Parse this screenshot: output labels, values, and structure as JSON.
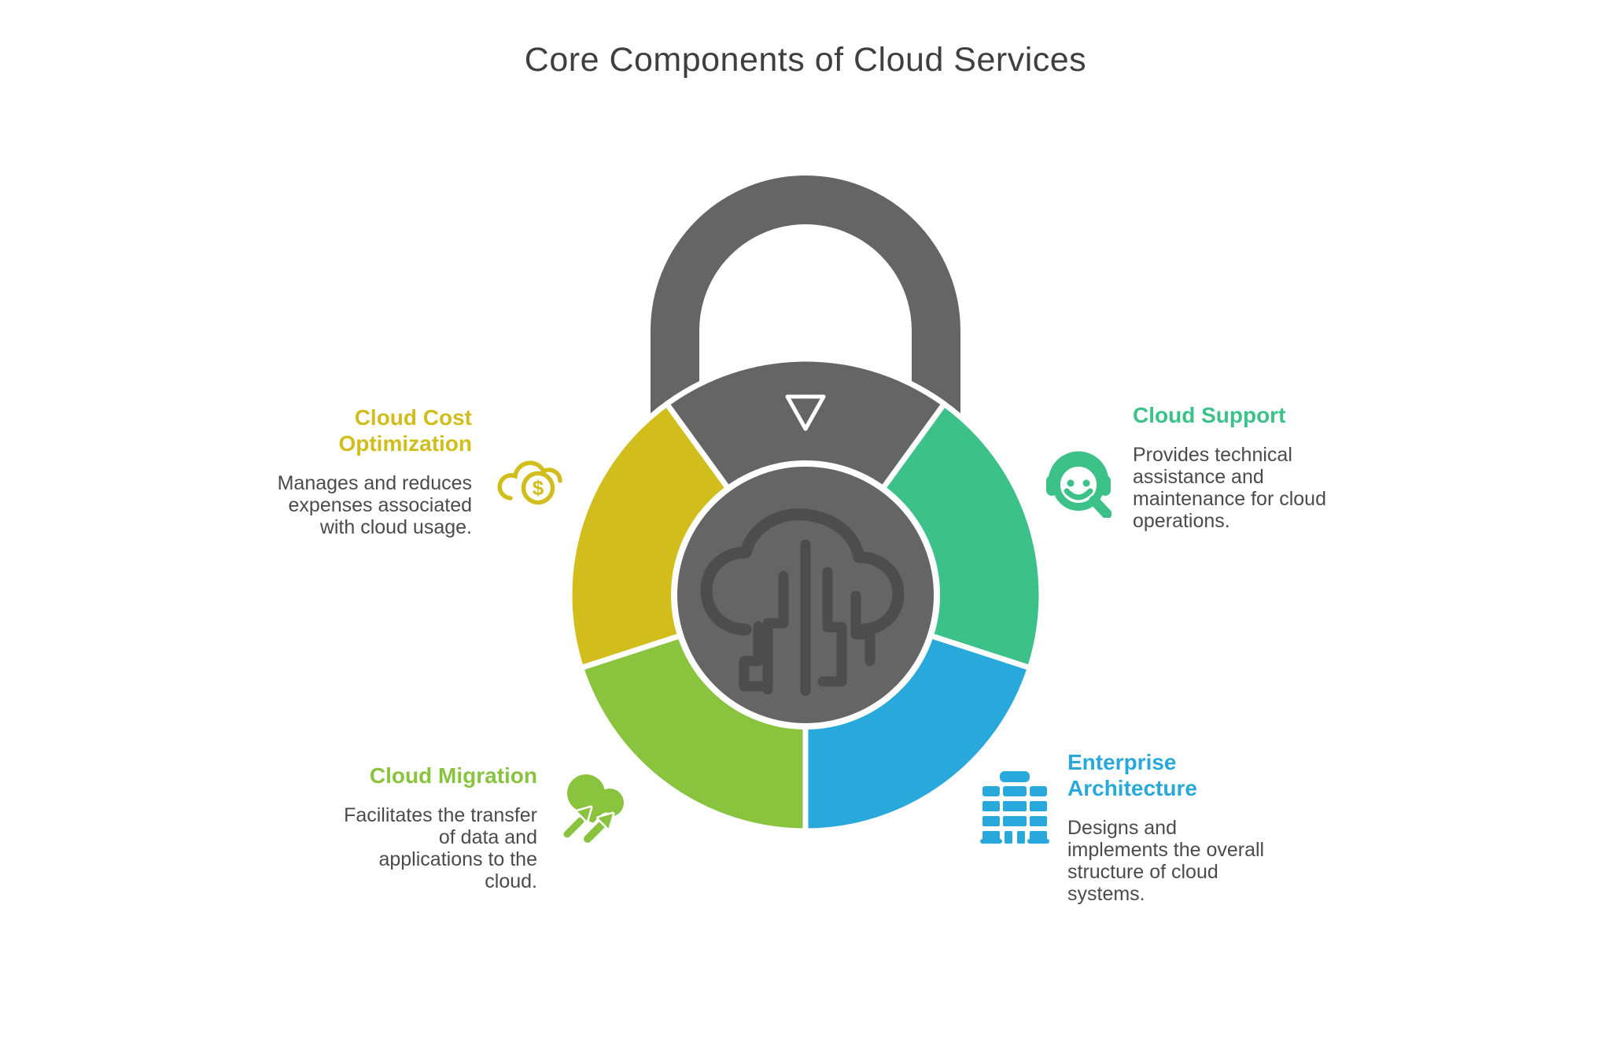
{
  "title": "Core Components of Cloud Services",
  "background_color": "#ffffff",
  "lock": {
    "body_color": "#656565",
    "center_icon": "cloud-circuit-icon",
    "center_icon_color": "#4d4d4d",
    "divider_color": "#ffffff",
    "marker_icon": "triangle-down-icon"
  },
  "currency_symbol": "$",
  "components": [
    {
      "name": "Cloud Cost Optimization",
      "description": "Manages and reduces\nexpenses associated\nwith cloud usage.",
      "color": "#d1be1c",
      "icon": "cloud-dollar-icon"
    },
    {
      "name": "Cloud Support",
      "description": "Provides technical\nassistance and\nmaintenance for cloud\noperations.",
      "color": "#3cc188",
      "icon": "headset-magnifier-icon"
    },
    {
      "name": "Cloud Migration",
      "description": "Facilitates the transfer\nof data and\napplications to the\ncloud.",
      "color": "#8ac43e",
      "icon": "cloud-migration-arrows-icon"
    },
    {
      "name": "Enterprise Architecture",
      "description": "Designs and\nimplements the overall\nstructure of cloud\nsystems.",
      "color": "#29a9db",
      "icon": "building-icon"
    }
  ]
}
